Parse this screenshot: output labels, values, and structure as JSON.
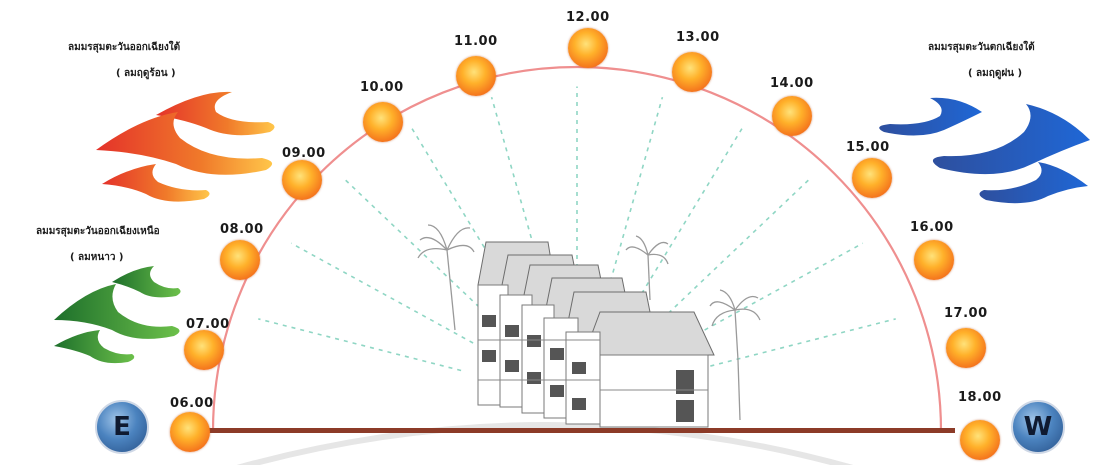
{
  "times": [
    "06.00",
    "07.00",
    "08.00",
    "09.00",
    "10.00",
    "11.00",
    "12.00",
    "13.00",
    "14.00",
    "15.00",
    "16.00",
    "17.00",
    "18.00"
  ],
  "east": "E",
  "west": "W",
  "wind_hot": {
    "line1": "ลมมรสุมตะวันออกเฉียงใต้",
    "line2": "( ลมฤดูร้อน )"
  },
  "wind_rain": {
    "line1": "ลมมรสุมตะวันตกเฉียงใต้",
    "line2": "( ลมฤดูฝน )"
  },
  "wind_cold": {
    "line1": "ลมมรสุมตะวันออกเฉียงเหนือ",
    "line2": "( ลมหนาว )"
  },
  "colors": {
    "hot": "#e9482a",
    "rain": "#2f63b8",
    "cold": "#2f8a2f",
    "arc": "#ef8f8f",
    "ground": "#8c3b28",
    "sun": "#f4861c"
  }
}
